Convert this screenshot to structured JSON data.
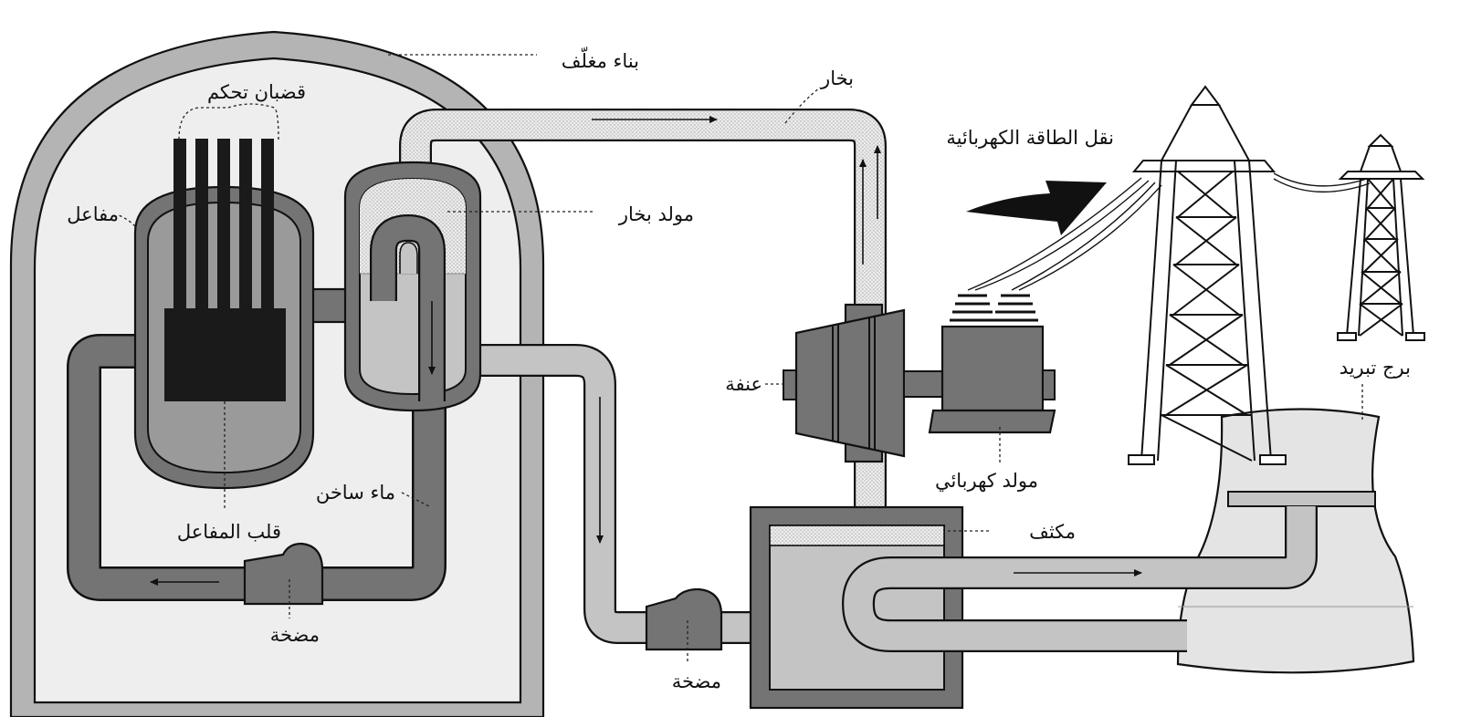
{
  "labels": {
    "containment": "بناء مغلّف",
    "control_rods": "قضبان تحكم",
    "reactor": "مفاعل",
    "steam_generator": "مولد بخار",
    "steam": "بخار",
    "transmission": "نقل الطاقة الكهربائية",
    "turbine": "عنفة",
    "electric_generator": "مولد كهربائي",
    "cooling_tower": "برج تبريد",
    "hot_water": "ماء ساخن",
    "reactor_core": "قلب المفاعل",
    "pump_primary": "مضخة",
    "pump_secondary": "مضخة",
    "condenser": "مكثف"
  },
  "colors": {
    "containment_wall": "#b4b4b4",
    "containment_inside": "#eeeeee",
    "primary_loop": "#747474",
    "secondary_water": "#c4c4c4",
    "steam": "#e6e6e6",
    "core": "#1a1a1a",
    "cooling_tower": "#e4e4e4"
  }
}
